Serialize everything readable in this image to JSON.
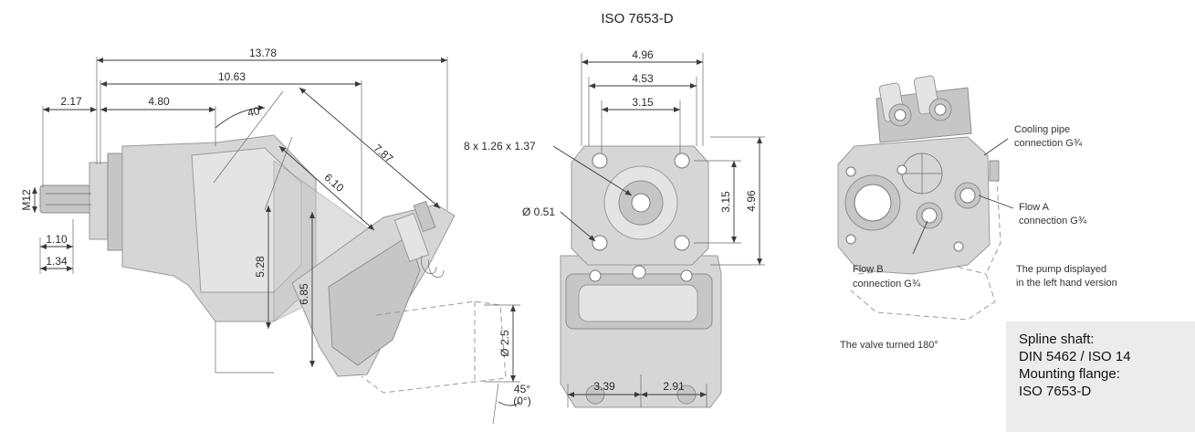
{
  "view_title": "ISO 7653-D",
  "side_view": {
    "dimensions": {
      "overall_length": "13.78",
      "to_flange": "10.63",
      "body_length": "4.80",
      "shaft_length": "2.17",
      "bent_angle": "40°",
      "offset_long": "7.87",
      "offset_short": "6.10",
      "height_a": "5.28",
      "height_b": "6.85",
      "shaft_thread": "M12",
      "shaft_a": "1.10",
      "shaft_b": "1.34",
      "port_diameter": "Ø 2.5",
      "valve_angle_top": "45°",
      "valve_angle_bottom": "(0°)"
    }
  },
  "front_view": {
    "dimensions": {
      "width_outer": "4.96",
      "width_mid": "4.53",
      "width_inner": "3.15",
      "bolt_pattern": "8 x 1.26 x 1.37",
      "hole_diameter": "Ø 0.51",
      "height_inner": "3.15",
      "height_outer": "4.96",
      "base_left": "3.39",
      "base_right": "2.91"
    }
  },
  "valve_view": {
    "labels": {
      "cooling_line1": "Cooling pipe",
      "cooling_line2": "connection G¾",
      "flow_a_line1": "Flow A",
      "flow_a_line2": "connection G¾",
      "flow_b_line1": "Flow B",
      "flow_b_line2": "connection G¾",
      "pump_note_line1": "The pump displayed",
      "pump_note_line2": "in the left hand version",
      "valve_note": "The valve turned 180°"
    }
  },
  "spec_box": {
    "line1": "Spline shaft:",
    "line2": "DIN 5462 / ISO 14",
    "line3": "Mounting flange:",
    "line4": "ISO 7653-D"
  }
}
